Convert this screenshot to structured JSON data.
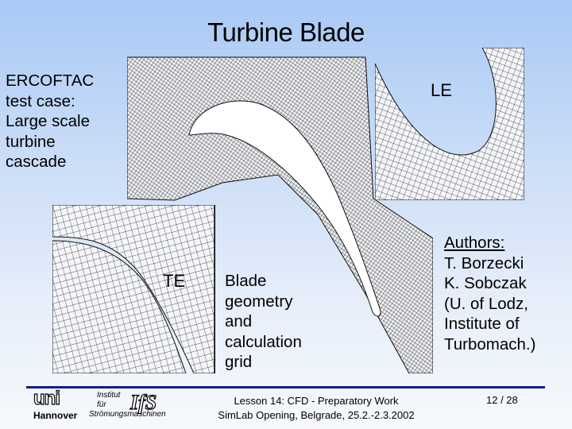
{
  "slide": {
    "title": "Turbine Blade",
    "intro": "ERCOFTAC\ntest case:\nLarge scale\nturbine\ncascade",
    "le_label": "LE",
    "te_label": "TE",
    "caption": "Blade\ngeometry\nand\ncalculation\ngrid",
    "authors_heading": "Authors:",
    "authors": "T. Borzecki\nK. Sobczak\n(U. of Lodz,\nInstitute of\nTurbomach.)"
  },
  "footer": {
    "line1": "Lesson 14: CFD - Preparatory Work",
    "line2": "SimLab Opening, Belgrade, 25.2.-2.3.2002",
    "page": "12 / 28"
  },
  "logo": {
    "uni": "uni",
    "city": "Hannover",
    "ifs": "IfS",
    "inst1": "Institut",
    "inst2": "für",
    "inst3": "Strömungsmaschinen"
  },
  "colors": {
    "accent_bar": "#0f1f8a",
    "grid": "#222222"
  }
}
